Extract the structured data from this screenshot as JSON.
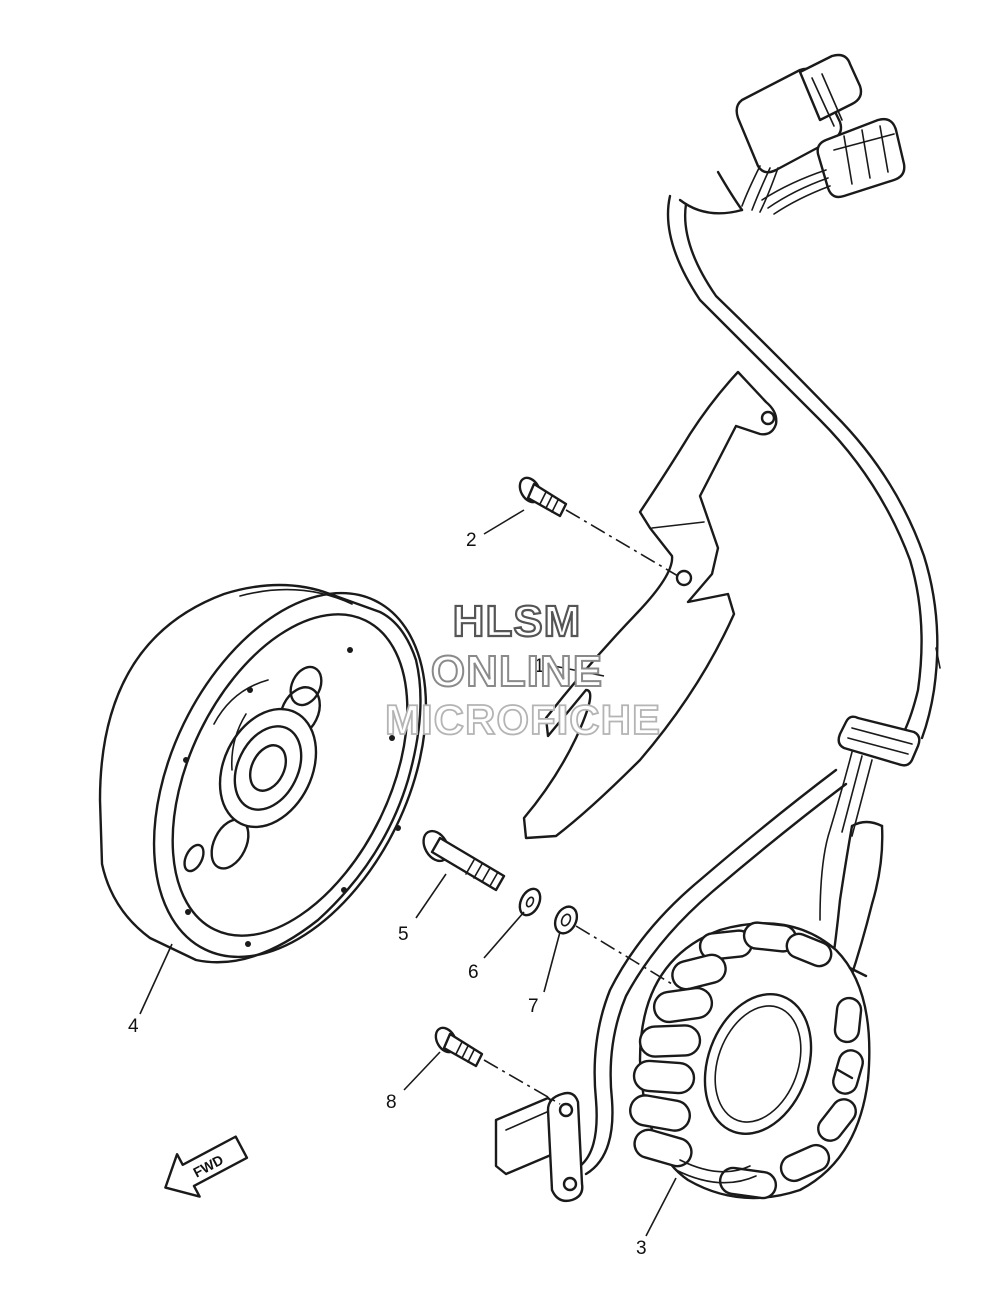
{
  "watermark": {
    "line1": "HLSM",
    "line2": "ONLINE",
    "line3": "MICROFICHE"
  },
  "callouts": {
    "p1": "1",
    "p2": "2",
    "p3": "3",
    "p4": "4",
    "p5": "5",
    "p6": "6",
    "p7": "7",
    "p8": "8"
  },
  "direction_arrow": {
    "label": "FWD",
    "icon": "fwd-arrow-icon"
  }
}
